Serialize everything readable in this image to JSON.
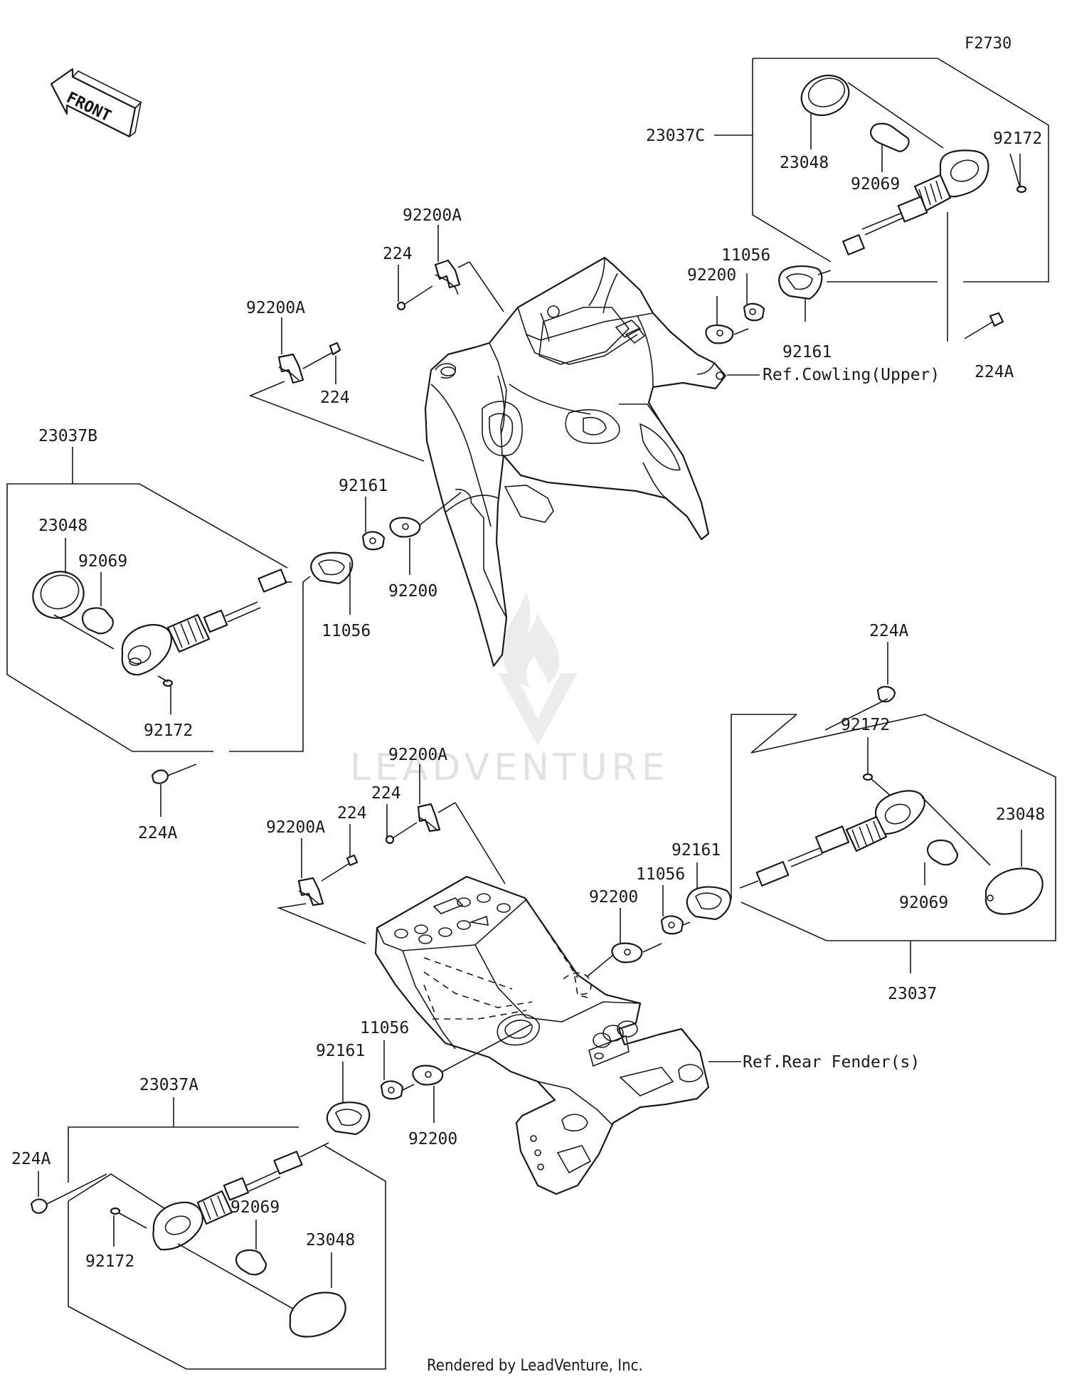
{
  "figure_code": "F2730",
  "front_arrow_text": "FRONT",
  "watermark_text": "LEADVENTURE",
  "footer": "Rendered by LeadVenture, Inc.",
  "references": {
    "cowling_upper": "Ref.Cowling(Upper)",
    "rear_fender": "Ref.Rear Fender(s)"
  },
  "assemblies": [
    {
      "label": "23037C",
      "position": "front-right"
    },
    {
      "label": "23037B",
      "position": "front-left"
    },
    {
      "label": "23037",
      "position": "rear-right"
    },
    {
      "label": "23037A",
      "position": "rear-left"
    }
  ],
  "part_labels": {
    "front_top": [
      "92200A",
      "224"
    ],
    "front_left_bracket": [
      "92200A",
      "224"
    ],
    "front_right": [
      "23048",
      "92069",
      "92172",
      "11056",
      "92200",
      "92161",
      "224A"
    ],
    "front_left": [
      "23048",
      "92069",
      "92172",
      "11056",
      "92161",
      "92200",
      "224A"
    ],
    "rear_right": [
      "224A",
      "92172",
      "23048",
      "92161",
      "11056",
      "92200",
      "92069"
    ],
    "rear_brackets": [
      "92200A",
      "224",
      "92200A",
      "224"
    ],
    "rear_left": [
      "11056",
      "92161",
      "92200",
      "224A",
      "92069",
      "23048",
      "92172"
    ]
  }
}
